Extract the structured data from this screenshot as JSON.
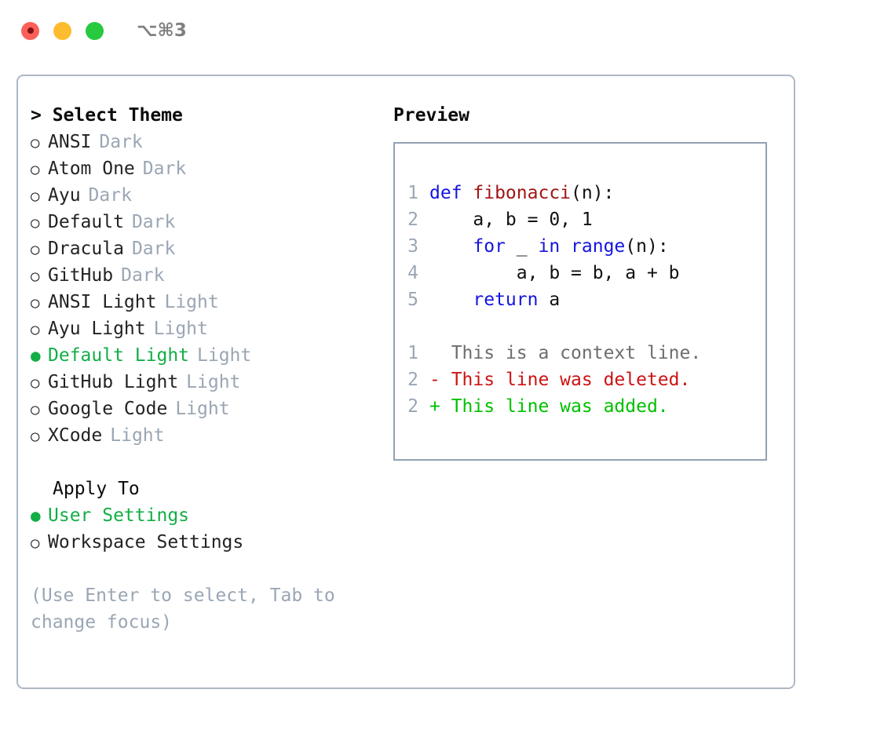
{
  "window": {
    "shortcut": "⌥⌘3",
    "traffic_lights": [
      "close",
      "minimize",
      "maximize"
    ]
  },
  "theme_picker": {
    "heading_caret": "> ",
    "heading": "Select Theme",
    "unselected_marker": "○",
    "selected_marker": "●",
    "accent_color": "#12ae46",
    "mode_label_color": "#9aa6b4",
    "items": [
      {
        "name": "ANSI",
        "mode": "Dark",
        "selected": false
      },
      {
        "name": "Atom One",
        "mode": "Dark",
        "selected": false
      },
      {
        "name": "Ayu",
        "mode": "Dark",
        "selected": false
      },
      {
        "name": "Default",
        "mode": "Dark",
        "selected": false
      },
      {
        "name": "Dracula",
        "mode": "Dark",
        "selected": false
      },
      {
        "name": "GitHub",
        "mode": "Dark",
        "selected": false
      },
      {
        "name": "ANSI Light",
        "mode": "Light",
        "selected": false
      },
      {
        "name": "Ayu Light",
        "mode": "Light",
        "selected": false
      },
      {
        "name": "Default Light",
        "mode": "Light",
        "selected": true
      },
      {
        "name": "GitHub Light",
        "mode": "Light",
        "selected": false
      },
      {
        "name": "Google Code",
        "mode": "Light",
        "selected": false
      },
      {
        "name": "XCode",
        "mode": "Light",
        "selected": false
      }
    ]
  },
  "apply_to": {
    "heading": "Apply To",
    "items": [
      {
        "name": "User Settings",
        "selected": true
      },
      {
        "name": "Workspace Settings",
        "selected": false
      }
    ]
  },
  "hint": "(Use Enter to select, Tab to change focus)",
  "preview": {
    "title": "Preview",
    "code_lines": [
      {
        "number": "1",
        "tokens": [
          {
            "text": "def ",
            "type": "keyword"
          },
          {
            "text": "fibonacci",
            "type": "function"
          },
          {
            "text": "(n):",
            "type": "plain"
          }
        ]
      },
      {
        "number": "2",
        "tokens": [
          {
            "text": "    a, b = 0, 1",
            "type": "plain"
          }
        ]
      },
      {
        "number": "3",
        "tokens": [
          {
            "text": "    ",
            "type": "plain"
          },
          {
            "text": "for",
            "type": "keyword"
          },
          {
            "text": " _ ",
            "type": "plain"
          },
          {
            "text": "in",
            "type": "keyword"
          },
          {
            "text": " ",
            "type": "plain"
          },
          {
            "text": "range",
            "type": "keyword"
          },
          {
            "text": "(n):",
            "type": "plain"
          }
        ]
      },
      {
        "number": "4",
        "tokens": [
          {
            "text": "        a, b = b, a + b",
            "type": "plain"
          }
        ]
      },
      {
        "number": "5",
        "tokens": [
          {
            "text": "    ",
            "type": "plain"
          },
          {
            "text": "return",
            "type": "keyword"
          },
          {
            "text": " a",
            "type": "plain"
          }
        ]
      }
    ],
    "diff_lines": [
      {
        "number": "1",
        "marker": "  ",
        "text": "This is a context line.",
        "type": "context"
      },
      {
        "number": "2",
        "marker": "- ",
        "text": "This line was deleted.",
        "type": "deleted"
      },
      {
        "number": "2",
        "marker": "+ ",
        "text": "This line was added.",
        "type": "added"
      }
    ],
    "colors": {
      "keyword": "#1414e0",
      "function": "#a31515",
      "plain": "#111111",
      "line_number": "#9aa6b4",
      "diff_context": "#6d6d6d",
      "diff_deleted": "#cc1414",
      "diff_added": "#00c000"
    }
  }
}
